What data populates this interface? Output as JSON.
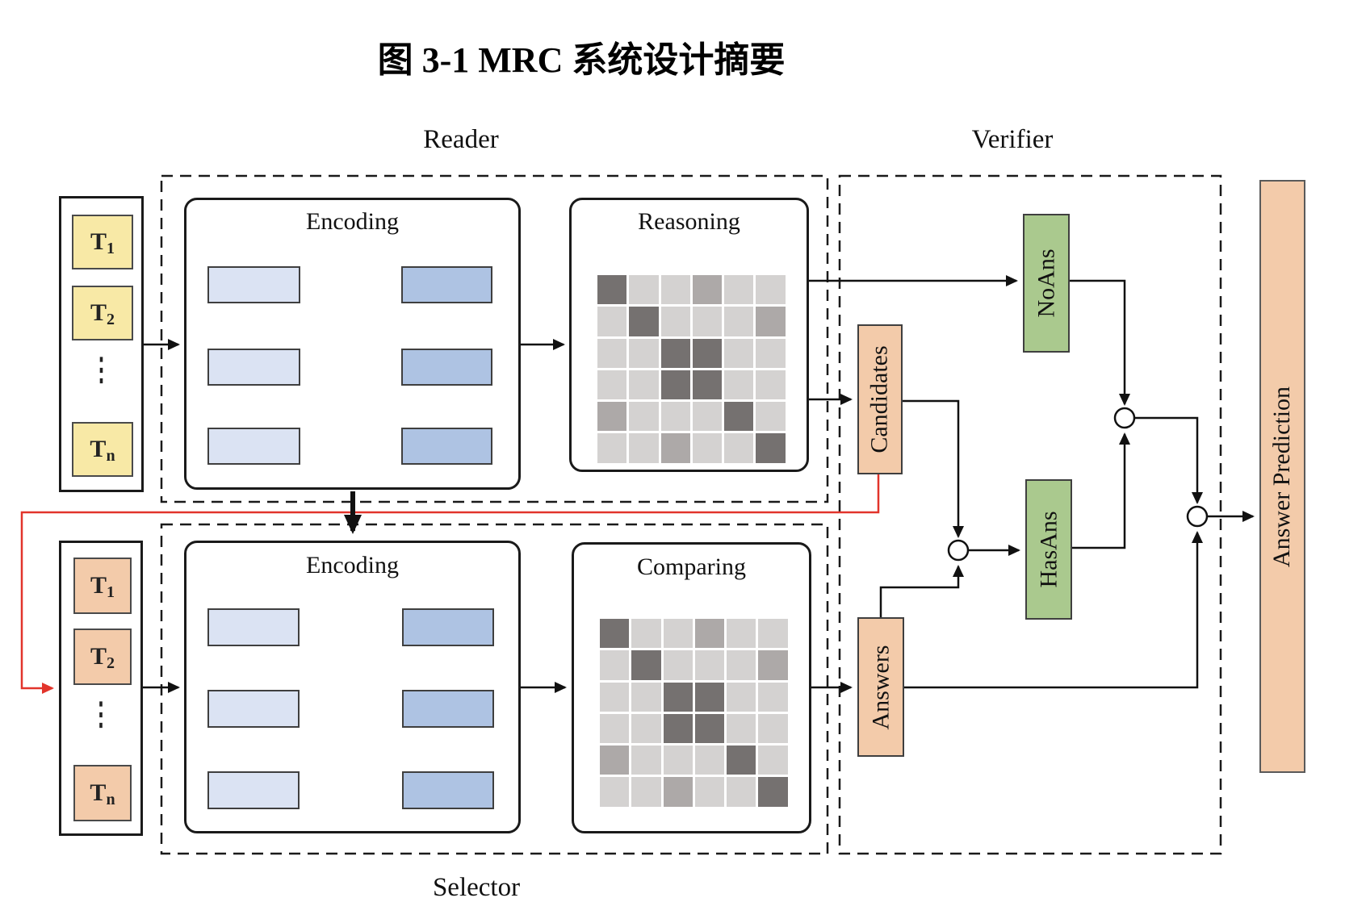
{
  "title": "图 3-1 MRC 系统设计摘要",
  "section_labels": {
    "reader": "Reader",
    "verifier": "Verifier",
    "selector": "Selector"
  },
  "block_labels": {
    "encoding": "Encoding",
    "reasoning": "Reasoning",
    "comparing": "Comparing"
  },
  "node_labels": {
    "noans": "NoAns",
    "hasans": "HasAns",
    "candidates": "Candidates",
    "answers": "Answers",
    "answer_prediction": "Answer Prediction"
  },
  "tokens": {
    "base": "T",
    "subscripts": [
      "1",
      "2",
      "n"
    ],
    "ellipsis": "⋮"
  },
  "attention_grid": {
    "rows": 6,
    "cols": 6,
    "pattern": [
      "DLLMLL",
      "LDLLLM",
      "LLDDLL",
      "LLDDLL",
      "MLLLDL",
      "LLMLLD"
    ],
    "colors": {
      "D": "#757170",
      "M": "#ada9a8",
      "L": "#d4d2d1"
    }
  },
  "colors": {
    "token_yellow": "#f8e9a6",
    "token_orange": "#f3cbaa",
    "green": "#aac98e",
    "enc_light": "#dbe3f3",
    "enc_dark": "#aec3e3",
    "red_line": "#e2342b"
  }
}
